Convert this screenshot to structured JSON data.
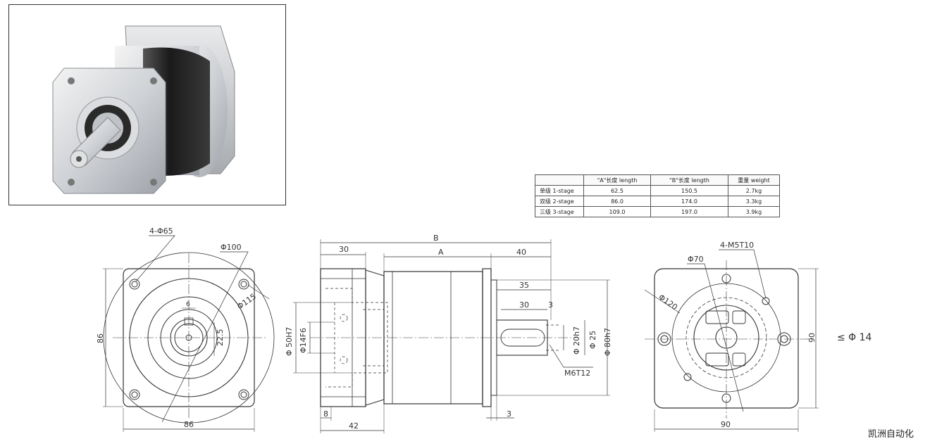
{
  "photo": {
    "alt": "",
    "icon": "planetary-gearbox-photo"
  },
  "spec_table": {
    "headers": [
      "",
      "\"A\"长度 length",
      "\"B\"长度  length",
      "重量 weight"
    ],
    "rows": [
      [
        "单级 1-stage",
        "62.5",
        "150.5",
        "2.7kg"
      ],
      [
        "双级 2-stage",
        "86.0",
        "174.0",
        "3.3kg"
      ],
      [
        "三级 3-stage",
        "109.0",
        "197.0",
        "3.9kg"
      ]
    ]
  },
  "front_view": {
    "holes": "4-Φ65",
    "pilot": "Φ100",
    "pcd": "Φ115",
    "key_width": "6",
    "shaft_height": "22.5",
    "height": "86",
    "width": "86"
  },
  "side_view": {
    "B": "B",
    "A": "A",
    "d30_top": "30",
    "d40": "40",
    "d35": "35",
    "d30_shaft": "30",
    "d3_top": "3",
    "bore": "Φ 50H7",
    "input": "Φ14F6",
    "shaft_d": "Φ 20h7",
    "shoulder_d": "Φ 25",
    "spigot_d": "Φ 80h7",
    "thread": "M6T12",
    "d8": "8",
    "d42": "42",
    "d3_bottom": "3"
  },
  "rear_view": {
    "threads": "4-M5T10",
    "inner": "Φ70",
    "pcd": "Φ120",
    "height": "90",
    "width": "90",
    "shaft_note": "≤ Φ 14"
  },
  "watermark": "凯洲自动化"
}
